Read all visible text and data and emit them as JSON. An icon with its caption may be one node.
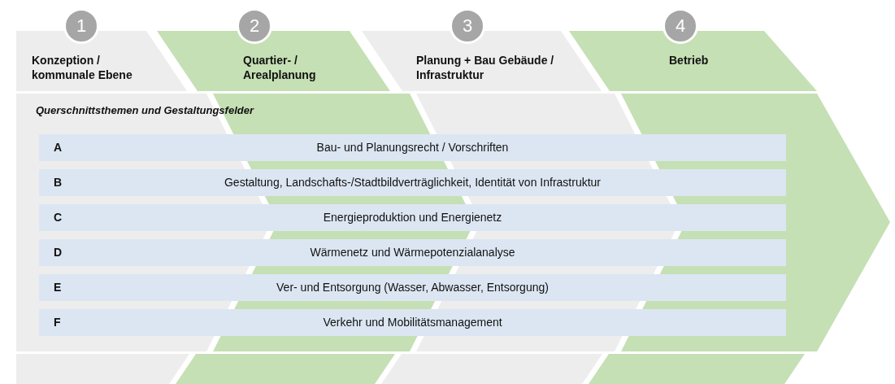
{
  "diagram": {
    "nodes": [
      {
        "text": [
          "1"
        ]
      },
      {
        "text": [
          "Konzeption / kommunale Ebene"
        ]
      },
      {
        "text": [
          "2"
        ]
      },
      {
        "text": [
          "Quartier- / Arealplanung"
        ]
      },
      {
        "text": [
          "3"
        ]
      },
      {
        "text": [
          "Planung + Bau Gebäude / Infrastruktur"
        ]
      },
      {
        "text": [
          "4"
        ]
      },
      {
        "text": [
          "Betrieb"
        ]
      },
      {
        "text": [
          "A",
          "Bau- und Planungsrecht / Vorschriften"
        ]
      },
      {
        "text": [
          "B",
          "Gestaltung, Landschafts-/Stadtbildverträglichkeit, Identität von Infrastruktur"
        ]
      },
      {
        "text": [
          "C",
          "Energieproduktion und Energienetz"
        ]
      },
      {
        "text": [
          "D",
          "Wärmenetz und Wärmepotenzialanalyse"
        ]
      },
      {
        "text": [
          "E",
          "Ver- und Entsorgung (Wasser, Abwasser, Entsorgung)"
        ]
      },
      {
        "text": [
          "F",
          "Verkehr und Mobilitätsmanagement"
        ]
      }
    ],
    "labels": [
      "Querschnittsthemen und Gestaltungsfelder"
    ]
  }
}
